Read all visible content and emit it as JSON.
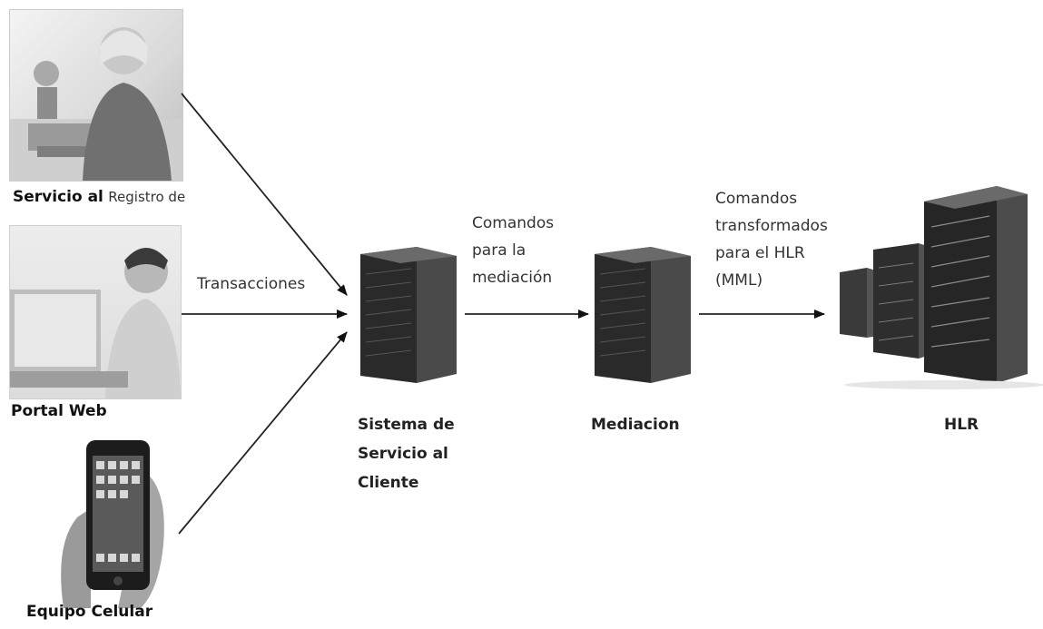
{
  "sources": {
    "customer_service": {
      "label_bold": "Servicio al",
      "label_small": "Registro de"
    },
    "web_portal": {
      "label": "Portal Web"
    },
    "cell_device": {
      "label": "Equipo Celular"
    }
  },
  "flows": {
    "transactions": "Transacciones",
    "commands_mediation": "Comandos\npara la\nmediación",
    "commands_hlr": "Comandos\ntransformados\npara el HLR\n(MML)"
  },
  "nodes": {
    "customer_service_system": {
      "label": "Sistema de\nServicio al\nCliente"
    },
    "mediation": {
      "label": "Mediacion"
    },
    "hlr": {
      "label": "HLR"
    }
  }
}
